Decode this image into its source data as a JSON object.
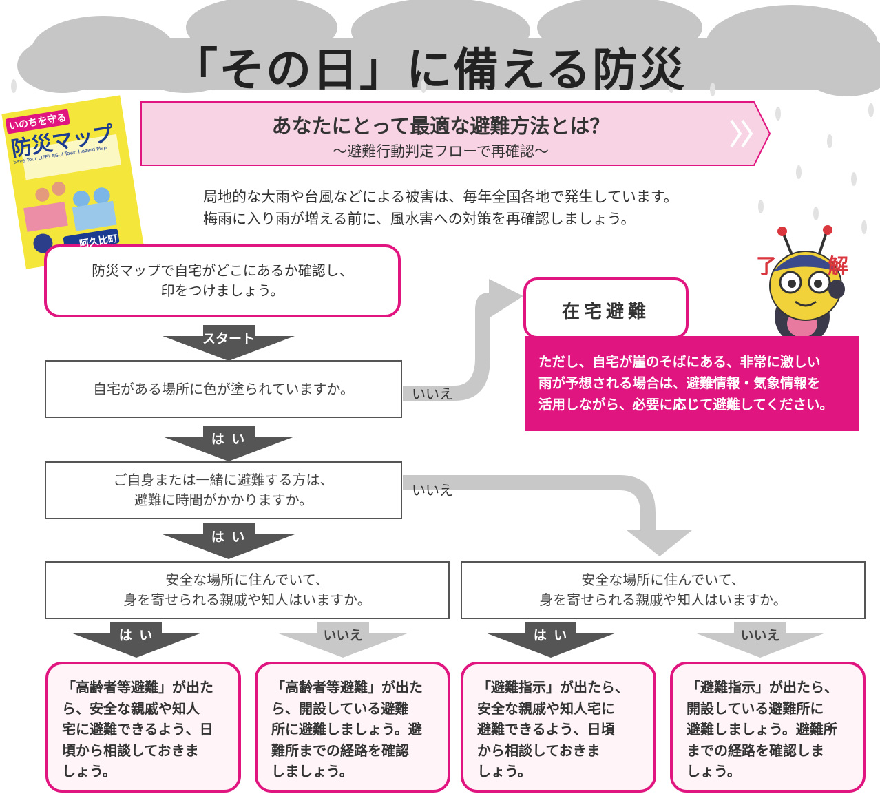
{
  "title": "「その日」に備える防災",
  "banner": {
    "title": "あなたにとって最適な避難方法とは？",
    "subtitle": "〜避難行動判定フローで再確認〜"
  },
  "intro": [
    "局地的な大雨や台風などによる被害は、毎年全国各地で発生しています。",
    "梅雨に入り雨が増える前に、風水害への対策を再確認しましょう。"
  ],
  "map_cover": {
    "top_text": "いのちを守る",
    "title": "防災マップ",
    "english": "Save Your LIFE! AGUI Town Hazard Map",
    "town": "阿久比町"
  },
  "mascot": {
    "left_char": "了",
    "right_char": "解"
  },
  "flow": {
    "start_box": [
      "防災マップで自宅がどこにあるか確認し、",
      "印をつけましょう。"
    ],
    "start_label": "スタート",
    "q1": "自宅がある場所に色が塗られていますか。",
    "q2": [
      "ご自身または一緒に避難する方は、",
      "避難に時間がかかりますか。"
    ],
    "q3_left": [
      "安全な場所に住んでいて、",
      "身を寄せられる親戚や知人はいますか。"
    ],
    "q3_right": [
      "安全な場所に住んでいて、",
      "身を寄せられる親戚や知人はいますか。"
    ],
    "yes": "は い",
    "no": "いいえ",
    "home_shelter": {
      "title": "在宅避難",
      "note": [
        "ただし、自宅が崖のそばにある、非常に激しい",
        "雨が予想される場合は、避難情報・気象情報を",
        "活用しながら、必要に応じて避難してください。"
      ]
    },
    "results": [
      [
        "「高齢者等避難」が出た",
        "ら、安全な親戚や知人",
        "宅に避難できるよう、日",
        "頃から相談しておきま",
        "しょう。"
      ],
      [
        "「高齢者等避難」が出た",
        "ら、開設している避難",
        "所に避難しましょう。避",
        "難所までの経路を確認",
        "しましょう。"
      ],
      [
        "「避難指示」が出たら、",
        "安全な親戚や知人宅に",
        "避難できるよう、日頃",
        "から相談しておきま",
        "しょう。"
      ],
      [
        "「避難指示」が出たら、",
        "開設している避難所に",
        "避難しましょう。避難所",
        "までの経路を確認しま",
        "しょう。"
      ]
    ]
  },
  "colors": {
    "magenta": "#e0157f",
    "banner_pink": "#f7d3e4",
    "cloud_gray": "#c6c6c6",
    "arrow_dark": "#555555",
    "arrow_light": "#c8c8c8",
    "map_yellow": "#f4e63a"
  }
}
